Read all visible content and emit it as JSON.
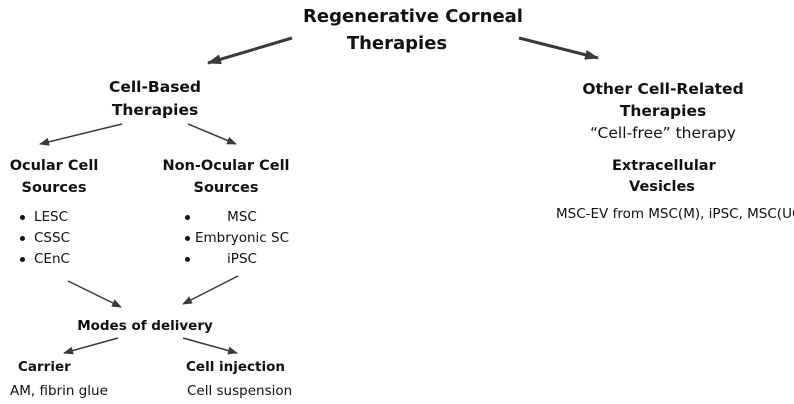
{
  "root": {
    "line1": "Regenerative Corneal",
    "line2": "Therapies"
  },
  "cell_based": {
    "line1": "Cell-Based",
    "line2": "Therapies"
  },
  "ocular": {
    "line1": "Ocular Cell",
    "line2": "Sources",
    "items": [
      "LESC",
      "CSSC",
      "CEnC"
    ]
  },
  "non_ocular": {
    "line1": "Non-Ocular Cell",
    "line2": "Sources",
    "items": [
      "MSC",
      "Embryonic SC",
      "iPSC"
    ]
  },
  "modes": {
    "title": "Modes of delivery"
  },
  "carrier": {
    "title": "Carrier",
    "detail": "AM, fibrin glue"
  },
  "injection": {
    "title": "Cell injection",
    "detail": "Cell suspension"
  },
  "other": {
    "line1": "Other Cell-Related",
    "line2": "Therapies",
    "subtitle": "“Cell-free” therapy"
  },
  "ev": {
    "line1": "Extracellular",
    "line2": "Vesicles",
    "detail": "MSC-EV from MSC(M), iPSC, MSC(UC)"
  }
}
